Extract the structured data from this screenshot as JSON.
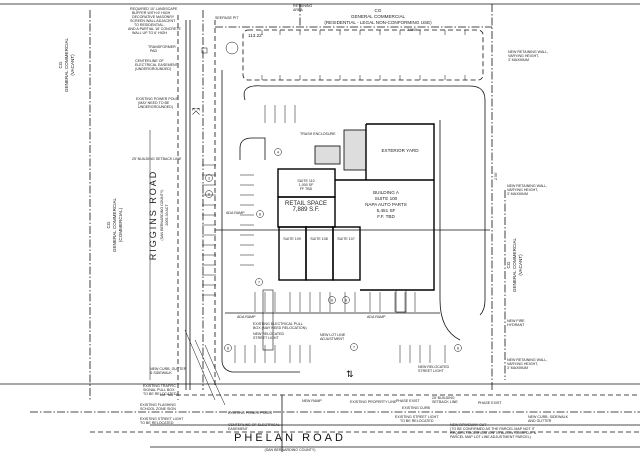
{
  "zones": {
    "top": {
      "code": "CG",
      "name": "GENERAL COMMERCIAL",
      "use": "(RESIDENTIAL - LEGAL NON-CONFORMING USE)"
    },
    "left_top": {
      "code": "CG",
      "name": "GENERAL COMMERCIAL",
      "use": "(VACANT)"
    },
    "left_bottom": {
      "code": "CG",
      "name": "GENERAL COMMERCIAL",
      "use": "(COMMERCIAL)"
    },
    "right": {
      "code": "CG",
      "name": "GENERAL COMMERCIAL",
      "use": "(VACANT)"
    }
  },
  "roads": {
    "riggins": {
      "name": "RIGGINS ROAD",
      "jurisdiction": "(SAN BERNARDINO COUNTY)",
      "note": "2005-30 ACT"
    },
    "phelan": {
      "name": "PHELAN ROAD",
      "jurisdiction": "(SAN BERNARDINO COUNTY)"
    }
  },
  "buildings": {
    "retail": {
      "title": "RETAIL SPACE",
      "area": "7,889 S.F."
    },
    "building_a": {
      "title": "BUILDING A",
      "suite": "SUITE 100",
      "tenant": "NAPA AUTO PARTS",
      "area": "5,451 SF",
      "ff": "F.F. TBD"
    },
    "exterior_yard": "EXTERIOR YARD",
    "trash": "TRASH ENCLOSURE",
    "suites": [
      "SUITE 110",
      "SUITE 109",
      "SUITE 108",
      "SUITE 107"
    ],
    "suite_area": "1,000 SF",
    "suite_ff": "FF TBD"
  },
  "callouts": {
    "top_left": [
      "REQUIRED 10' LANDSCAPE",
      "BUFFER WITH 6' HIGH",
      "DECORATIVE MASONRY",
      "SCREEN WALL ADJACENT",
      "TO RESIDENTIAL,",
      "AND A PARTIAL 16' CONCRETE",
      "WALL UP TO 6' HIGH"
    ],
    "retaining_area": [
      "RETAINING",
      "AREA"
    ],
    "seepage_pit": "SEEPAGE PIT",
    "transformer": [
      "TRANSFORMER",
      "PAD"
    ],
    "centerline_easement": [
      "CENTERLINE OF",
      "ELECTRICAL EASEMENT",
      "(UNDERGROUNDED)"
    ],
    "power_pole": [
      "EXISTING POWER POLE",
      "(MAY NEED TO BE",
      "UNDERGROUNDED)"
    ],
    "setback": "25' BUILDING SETBACK LINE",
    "ada_ramp": "ADA RAMP",
    "new_wall_right": [
      "NEW RETAINING WALL,",
      "VARYING HEIGHT,",
      "3' MAXIMUM"
    ],
    "fire_hydrant": [
      "NEW FIRE",
      "HYDRANT"
    ],
    "lot_line": [
      "NEW LOT LINE",
      "ADJUSTMENT"
    ],
    "pull_box": [
      "EXISTING ELECTRICAL PULL",
      "BOX (MAY NEED RELOCATION)"
    ],
    "street_light_new": [
      "NEW RELOCATED",
      "STREET LIGHT"
    ],
    "new_ramp": "NEW RAMP",
    "existing_property_line": "EXISTING PROPERTY LINE",
    "phase_exist": "PHASE EXIST",
    "existing_curb": "EXISTING CURB",
    "street_light_existing": [
      "EXISTING STREET LIGHT",
      "TO BE RELOCATED"
    ],
    "building_setback": [
      "25' BUILDING",
      "SETBACK LINE"
    ],
    "power_poles": "EXISTING POWER POLES",
    "centerline_power": [
      "CENTERLINE OF ELECTRICAL",
      "EASEMENT"
    ],
    "new_curb_gutter": [
      "NEW CURB, SIDEWALK",
      "AND GUTTER"
    ],
    "driveway_note": [
      "NEW DRIVEWAY CUT",
      "(TO BE CONFIRMED AS THE PARCEL MAP NOT IT",
      "REQUEST MODIFICATION TO ALLOW CURB CUT &",
      "PARCEL MAP LOT LINE ADJUSTMENT PARCEL)"
    ],
    "signal_box": [
      "EXISTING TRAFFIC",
      "SIGNAL PULL BOX",
      "TO BE RELOCATED"
    ],
    "school_zone": [
      "EXISTING FLASHING",
      "SCHOOL ZONE SIGN"
    ],
    "street_light_left": [
      "EXISTING STREET LIGHT",
      "TO BE RELOCATED"
    ],
    "new_curb_left": [
      "NEW CURB, GUTTER",
      "& SIDEWALK"
    ]
  },
  "dimensions": [
    "113.22'",
    "2.100'",
    "2.50'"
  ],
  "stall_numbers": [
    "4",
    "8",
    "3",
    "8",
    "7",
    "8",
    "8",
    "7",
    "8",
    "8"
  ]
}
